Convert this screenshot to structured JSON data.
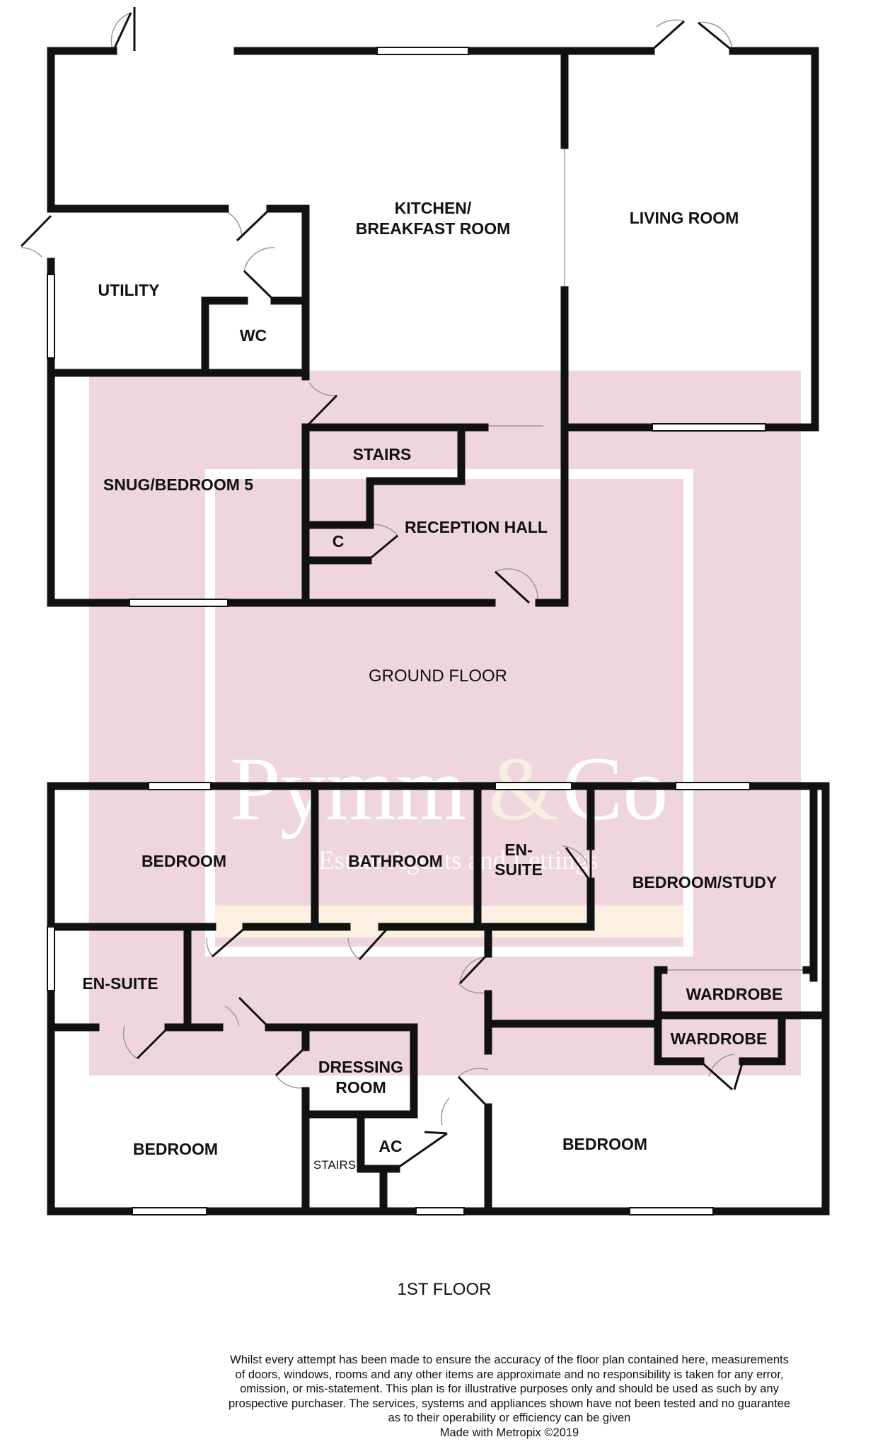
{
  "ground_floor": {
    "label": "GROUND FLOOR",
    "rooms": {
      "kitchen_line1": "KITCHEN/",
      "kitchen_line2": "BREAKFAST ROOM",
      "living_room": "LIVING ROOM",
      "utility": "UTILITY",
      "wc": "WC",
      "snug": "SNUG/BEDROOM 5",
      "stairs": "STAIRS",
      "cupboard": "C",
      "reception_hall": "RECEPTION HALL"
    }
  },
  "first_floor": {
    "label": "1ST FLOOR",
    "rooms": {
      "bedroom_top_left": "BEDROOM",
      "bathroom": "BATHROOM",
      "ensuite_top_line1": "EN-",
      "ensuite_top_line2": "SUITE",
      "bedroom_study": "BEDROOM/STUDY",
      "ensuite_left": "EN-SUITE",
      "wardrobe_upper": "WARDROBE",
      "wardrobe_lower": "WARDROBE",
      "dressing_line1": "DRESSING",
      "dressing_line2": "ROOM",
      "bedroom_bottom_left": "BEDROOM",
      "stairs": "STAIRS",
      "airing_cupboard": "AC",
      "bedroom_bottom_right": "BEDROOM"
    }
  },
  "watermark": {
    "brand_part1": "Pymm",
    "brand_amp": "&",
    "brand_part2": "Co",
    "tagline": "Estate Agents and Lettings"
  },
  "disclaimer": {
    "line1": "Whilst every attempt has been made to ensure the accuracy of the floor plan contained here, measurements",
    "line2": "of doors, windows, rooms and any other items are approximate and no responsibility is taken for any error,",
    "line3": "omission, or mis-statement. This plan is for illustrative purposes only and should be used as such by any",
    "line4": "prospective purchaser. The services, systems and appliances shown have not been tested and no guarantee",
    "line5": "as to their operability or efficiency can be given",
    "line6": "Made with Metropix ©2019"
  },
  "colors": {
    "wall": "#111111",
    "watermark_pink": "#efd6de",
    "watermark_cream": "#fbf0e2"
  }
}
